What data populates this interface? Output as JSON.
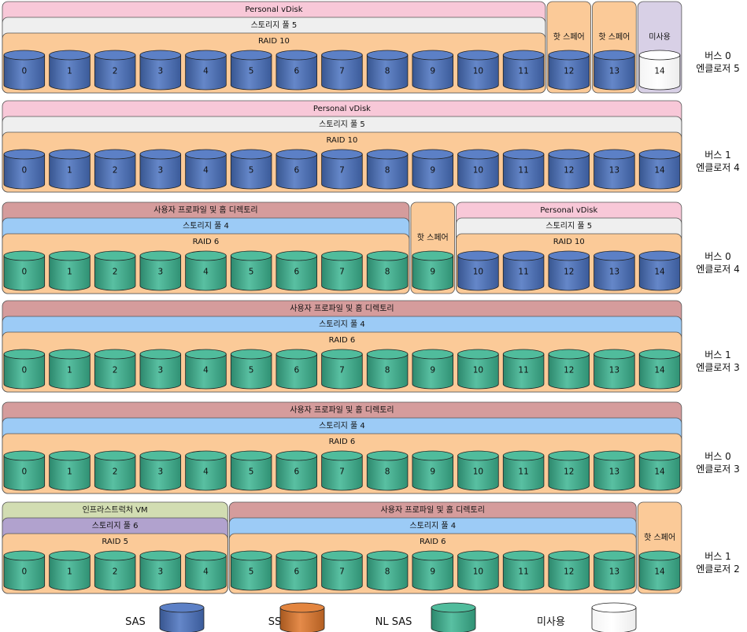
{
  "colors": {
    "pink": "#F8C8D8",
    "light": "#EFEFEF",
    "raid": "#FBCA98",
    "unused_group": "#D8D0E6",
    "blue_pool": "#9CCBF6",
    "rose": "#D59C9C",
    "olive": "#D2DDB2",
    "purple_pool": "#B1A2CE",
    "sas": "#4A72C0",
    "ssd": "#E0772A",
    "nl_sas": "#3CB591",
    "unused_disk": "#FFFFFF"
  },
  "enclosures": [
    {
      "label": [
        "버스 0",
        "엔클로저 5"
      ],
      "slots": [
        "0",
        "1",
        "2",
        "3",
        "4",
        "5",
        "6",
        "7",
        "8",
        "9",
        "10",
        "11",
        "12",
        "13",
        "14"
      ],
      "disk_types": [
        "sas",
        "sas",
        "sas",
        "sas",
        "sas",
        "sas",
        "sas",
        "sas",
        "sas",
        "sas",
        "sas",
        "sas",
        "sas",
        "sas",
        "unused"
      ],
      "groups": [
        {
          "range": [
            0,
            11
          ],
          "layers": [
            {
              "text": "Personal vDisk",
              "color": "pink"
            },
            {
              "text": "스토리지 풀 5",
              "color": "light"
            },
            {
              "text": "RAID 10",
              "color": "raid"
            }
          ]
        },
        {
          "range": [
            12,
            12
          ],
          "kind": "single",
          "text": "핫 스페어",
          "color": "raid"
        },
        {
          "range": [
            13,
            13
          ],
          "kind": "single",
          "text": "핫 스페어",
          "color": "raid"
        },
        {
          "range": [
            14,
            14
          ],
          "kind": "single",
          "text": "미사용",
          "color": "unused_group"
        }
      ]
    },
    {
      "label": [
        "버스 1",
        "엔클로저 4"
      ],
      "slots": [
        "0",
        "1",
        "2",
        "3",
        "4",
        "5",
        "6",
        "7",
        "8",
        "9",
        "10",
        "11",
        "12",
        "13",
        "14"
      ],
      "disk_types": [
        "sas",
        "sas",
        "sas",
        "sas",
        "sas",
        "sas",
        "sas",
        "sas",
        "sas",
        "sas",
        "sas",
        "sas",
        "sas",
        "sas",
        "sas"
      ],
      "groups": [
        {
          "range": [
            0,
            14
          ],
          "layers": [
            {
              "text": "Personal vDisk",
              "color": "pink"
            },
            {
              "text": "스토리지 풀 5",
              "color": "light"
            },
            {
              "text": "RAID 10",
              "color": "raid"
            }
          ]
        }
      ]
    },
    {
      "label": [
        "버스 0",
        "엔클로저 4"
      ],
      "slots": [
        "0",
        "1",
        "2",
        "3",
        "4",
        "5",
        "6",
        "7",
        "8",
        "9",
        "10",
        "11",
        "12",
        "13",
        "14"
      ],
      "disk_types": [
        "nl_sas",
        "nl_sas",
        "nl_sas",
        "nl_sas",
        "nl_sas",
        "nl_sas",
        "nl_sas",
        "nl_sas",
        "nl_sas",
        "nl_sas",
        "sas",
        "sas",
        "sas",
        "sas",
        "sas"
      ],
      "groups": [
        {
          "range": [
            0,
            8
          ],
          "layers": [
            {
              "text": "사용자 프로파일 및 홈 디렉토리",
              "color": "rose"
            },
            {
              "text": "스토리지 풀 4",
              "color": "blue_pool"
            },
            {
              "text": "RAID 6",
              "color": "raid"
            }
          ]
        },
        {
          "range": [
            9,
            9
          ],
          "kind": "single",
          "text": "핫 스페어",
          "color": "raid"
        },
        {
          "range": [
            10,
            14
          ],
          "layers": [
            {
              "text": "Personal vDisk",
              "color": "pink"
            },
            {
              "text": "스토리지 풀 5",
              "color": "light"
            },
            {
              "text": "RAID 10",
              "color": "raid"
            }
          ]
        }
      ]
    },
    {
      "label": [
        "버스 1",
        "엔클로저 3"
      ],
      "slots": [
        "0",
        "1",
        "2",
        "3",
        "4",
        "5",
        "6",
        "7",
        "8",
        "9",
        "10",
        "11",
        "12",
        "13",
        "14"
      ],
      "disk_types": [
        "nl_sas",
        "nl_sas",
        "nl_sas",
        "nl_sas",
        "nl_sas",
        "nl_sas",
        "nl_sas",
        "nl_sas",
        "nl_sas",
        "nl_sas",
        "nl_sas",
        "nl_sas",
        "nl_sas",
        "nl_sas",
        "nl_sas"
      ],
      "groups": [
        {
          "range": [
            0,
            14
          ],
          "layers": [
            {
              "text": "사용자 프로파일 및 홈 디렉토리",
              "color": "rose"
            },
            {
              "text": "스토리지 풀 4",
              "color": "blue_pool"
            },
            {
              "text": "RAID 6",
              "color": "raid"
            }
          ]
        }
      ]
    },
    {
      "label": [
        "버스 0",
        "엔클로저 3"
      ],
      "slots": [
        "0",
        "1",
        "2",
        "3",
        "4",
        "5",
        "6",
        "7",
        "8",
        "9",
        "10",
        "11",
        "12",
        "13",
        "14"
      ],
      "disk_types": [
        "nl_sas",
        "nl_sas",
        "nl_sas",
        "nl_sas",
        "nl_sas",
        "nl_sas",
        "nl_sas",
        "nl_sas",
        "nl_sas",
        "nl_sas",
        "nl_sas",
        "nl_sas",
        "nl_sas",
        "nl_sas",
        "nl_sas"
      ],
      "groups": [
        {
          "range": [
            0,
            14
          ],
          "layers": [
            {
              "text": "사용자 프로파일 및 홈 디렉토리",
              "color": "rose"
            },
            {
              "text": "스토리지 풀 4",
              "color": "blue_pool"
            },
            {
              "text": "RAID 6",
              "color": "raid"
            }
          ]
        }
      ]
    },
    {
      "label": [
        "버스 1",
        "엔클로저 2"
      ],
      "slots": [
        "0",
        "1",
        "2",
        "3",
        "4",
        "5",
        "6",
        "7",
        "8",
        "9",
        "10",
        "11",
        "12",
        "13",
        "14"
      ],
      "disk_types": [
        "nl_sas",
        "nl_sas",
        "nl_sas",
        "nl_sas",
        "nl_sas",
        "nl_sas",
        "nl_sas",
        "nl_sas",
        "nl_sas",
        "nl_sas",
        "nl_sas",
        "nl_sas",
        "nl_sas",
        "nl_sas",
        "nl_sas"
      ],
      "groups": [
        {
          "range": [
            0,
            4
          ],
          "layers": [
            {
              "text": "인프라스트럭처 VM",
              "color": "olive"
            },
            {
              "text": "스토리지 풀 6",
              "color": "purple_pool"
            },
            {
              "text": "RAID 5",
              "color": "raid"
            }
          ]
        },
        {
          "range": [
            5,
            13
          ],
          "layers": [
            {
              "text": "사용자 프로파일 및 홈 디렉토리",
              "color": "rose"
            },
            {
              "text": "스토리지 풀 4",
              "color": "blue_pool"
            },
            {
              "text": "RAID 6",
              "color": "raid"
            }
          ]
        },
        {
          "range": [
            14,
            14
          ],
          "kind": "single",
          "text": "핫 스페어",
          "color": "raid"
        }
      ]
    }
  ],
  "legend": [
    {
      "label": "SAS",
      "type": "sas"
    },
    {
      "label": "SSD",
      "type": "ssd"
    },
    {
      "label": "NL SAS",
      "type": "nl_sas"
    },
    {
      "label": "미사용",
      "type": "unused"
    }
  ]
}
